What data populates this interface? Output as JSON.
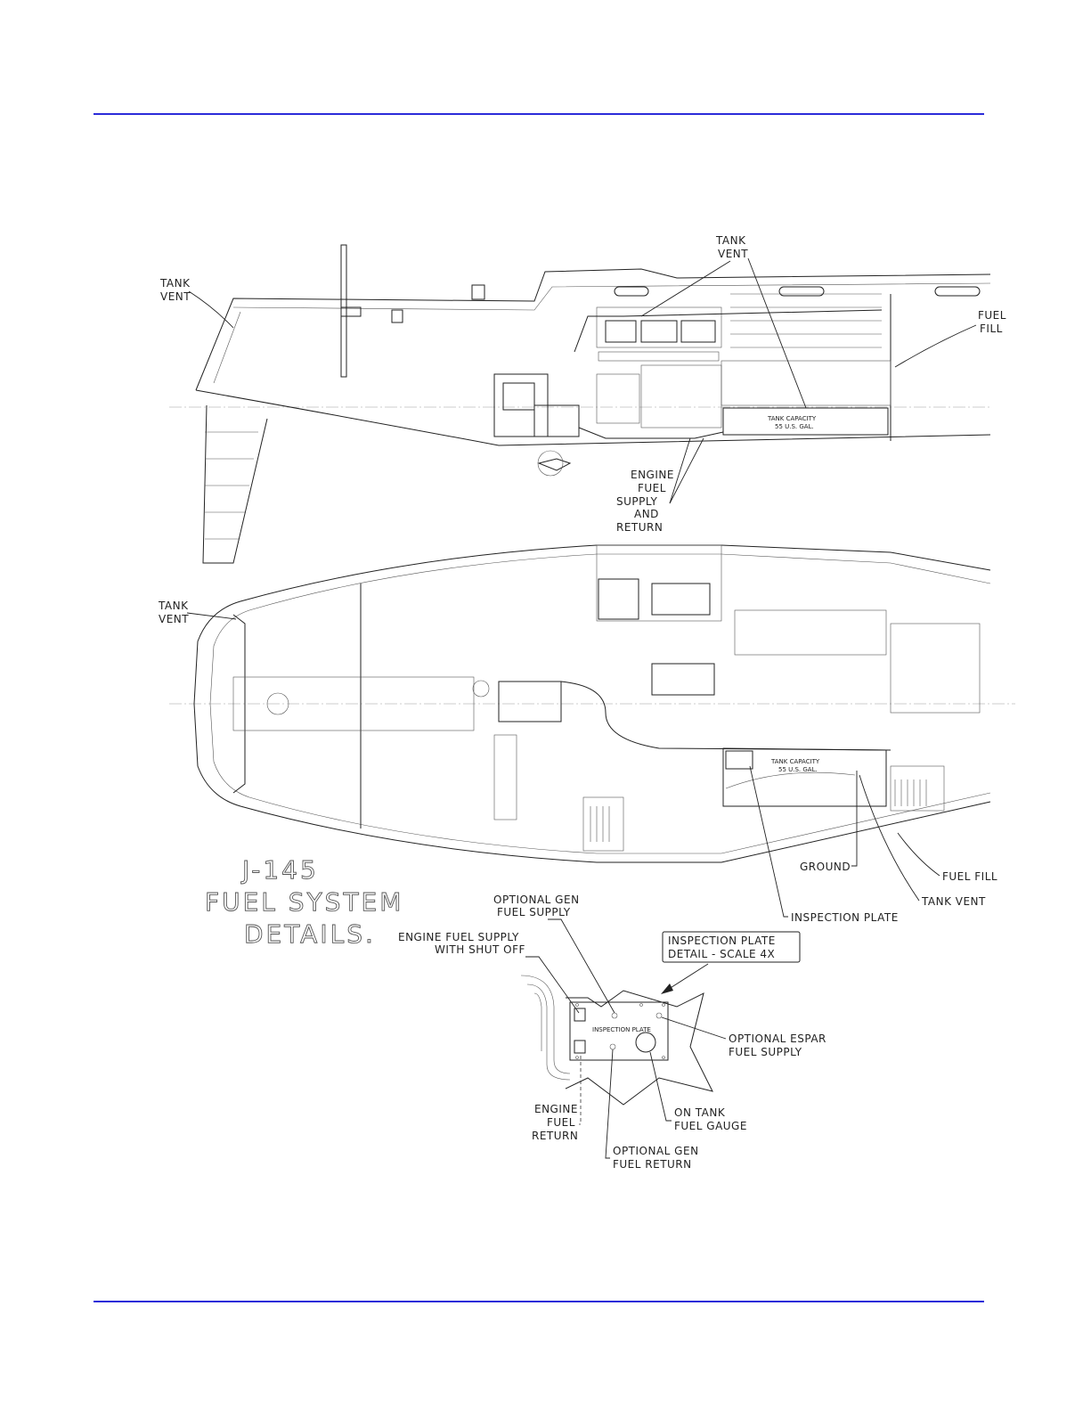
{
  "colors": {
    "rule": "#2b2bd9",
    "line": "#222222"
  },
  "title": [
    "J-145",
    "FUEL SYSTEM",
    "DETAILS."
  ],
  "profile_view": {
    "tank_vent_aft": [
      "TANK",
      "VENT"
    ],
    "tank_vent_top": [
      "TANK",
      "VENT"
    ],
    "fuel_fill": [
      "FUEL",
      "FILL"
    ],
    "tank_capacity": [
      "TANK CAPACITY",
      "55 U.S. GAL."
    ],
    "engine_fuel": [
      "ENGINE",
      "FUEL",
      "SUPPLY",
      "AND",
      "RETURN"
    ]
  },
  "plan_view": {
    "tank_vent_aft": [
      "TANK",
      "VENT"
    ],
    "tank_capacity": [
      "TANK CAPACITY",
      "55 U.S. GAL."
    ],
    "ground": "GROUND",
    "fuel_fill": "FUEL FILL",
    "tank_vent": "TANK VENT",
    "inspection_plate": "INSPECTION PLATE"
  },
  "detail": {
    "callout": [
      "INSPECTION PLATE",
      "DETAIL - SCALE 4X"
    ],
    "plate_label": "INSPECTION PLATE",
    "optional_gen_supply": [
      "OPTIONAL GEN",
      "FUEL SUPPLY"
    ],
    "engine_supply": [
      "ENGINE FUEL SUPPLY",
      "WITH SHUT OFF"
    ],
    "optional_espar": [
      "OPTIONAL ESPAR",
      "FUEL SUPPLY"
    ],
    "engine_return": [
      "ENGINE",
      "FUEL",
      "RETURN"
    ],
    "gauge": [
      "ON TANK",
      "FUEL GAUGE"
    ],
    "optional_gen_return": [
      "OPTIONAL GEN",
      "FUEL RETURN"
    ]
  }
}
